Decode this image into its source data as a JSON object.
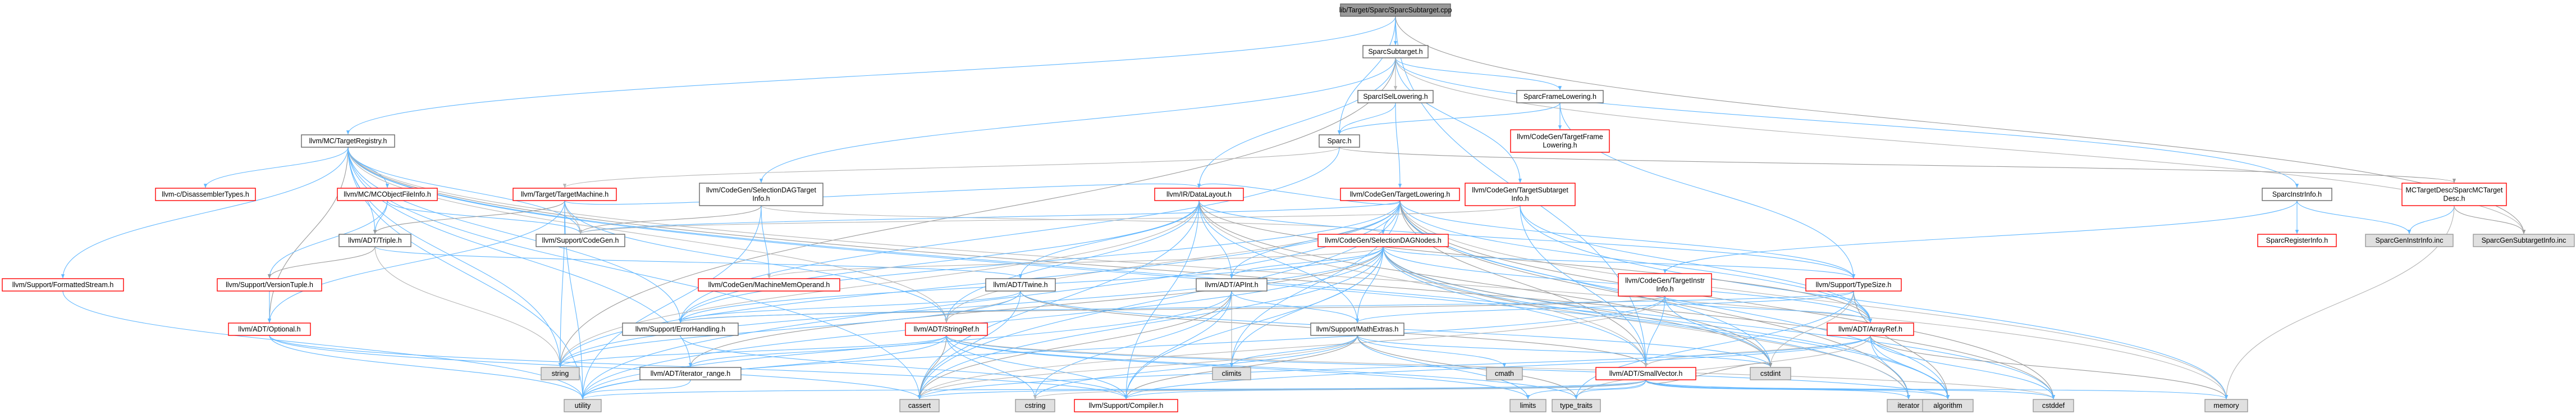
{
  "graph": {
    "kinds": {
      "root": {
        "fill": "#999999",
        "stroke": "#666666",
        "text": "#000000"
      },
      "normal": {
        "fill": "#ffffff",
        "stroke": "#666666",
        "text": "#000000"
      },
      "red": {
        "fill": "#ffffff",
        "stroke": "#ff0000",
        "text": "#000000"
      },
      "system": {
        "fill": "#e0e0e0",
        "stroke": "#999999",
        "text": "#000000"
      }
    },
    "edge_colors": [
      "#63b8ff",
      "#63b8ff",
      "#63b8ff",
      "#63b8ff",
      "#9a9a9a",
      "#b5b5b5",
      "#63b8ff"
    ],
    "nodes": [
      {
        "id": "root",
        "kind": "root",
        "lines": [
          "lib/Target/Sparc/SparcSubtarget.cpp"
        ]
      },
      {
        "id": "subtarget",
        "kind": "normal",
        "lines": [
          "SparcSubtarget.h"
        ]
      },
      {
        "id": "mctreg",
        "kind": "normal",
        "lines": [
          "llvm/MC/TargetRegistry.h"
        ]
      },
      {
        "id": "isel",
        "kind": "normal",
        "lines": [
          "SparcISelLowering.h"
        ]
      },
      {
        "id": "framelow",
        "kind": "normal",
        "lines": [
          "SparcFrameLowering.h"
        ]
      },
      {
        "id": "sparch",
        "kind": "normal",
        "lines": [
          "Sparc.h"
        ]
      },
      {
        "id": "cgtfl",
        "kind": "red",
        "lines": [
          "llvm/CodeGen/TargetFrame",
          "Lowering.h"
        ]
      },
      {
        "id": "instrinfo",
        "kind": "normal",
        "lines": [
          "SparcInstrInfo.h"
        ]
      },
      {
        "id": "mcdesc",
        "kind": "red",
        "lines": [
          "MCTargetDesc/SparcMCTarget",
          "Desc.h"
        ]
      },
      {
        "id": "regi",
        "kind": "red",
        "lines": [
          "SparcRegisterInfo.h"
        ]
      },
      {
        "id": "geninstr",
        "kind": "system",
        "lines": [
          "SparcGenInstrInfo.inc"
        ]
      },
      {
        "id": "gensub",
        "kind": "system",
        "lines": [
          "SparcGenSubtargetInfo.inc"
        ]
      },
      {
        "id": "disasm",
        "kind": "red",
        "lines": [
          "llvm-c/DisassemblerTypes.h"
        ]
      },
      {
        "id": "mcobj",
        "kind": "red",
        "lines": [
          "llvm/MC/MCObjectFileInfo.h"
        ]
      },
      {
        "id": "ttm",
        "kind": "red",
        "lines": [
          "llvm/Target/TargetMachine.h"
        ]
      },
      {
        "id": "seldagti",
        "kind": "normal",
        "lines": [
          "llvm/CodeGen/SelectionDAGTarget",
          "Info.h"
        ]
      },
      {
        "id": "tlowering",
        "kind": "red",
        "lines": [
          "llvm/CodeGen/TargetLowering.h"
        ]
      },
      {
        "id": "tsubinfo",
        "kind": "red",
        "lines": [
          "llvm/CodeGen/TargetSubtarget",
          "Info.h"
        ]
      },
      {
        "id": "fmtstream",
        "kind": "red",
        "lines": [
          "llvm/Support/FormattedStream.h"
        ]
      },
      {
        "id": "triple",
        "kind": "normal",
        "lines": [
          "llvm/ADT/Triple.h"
        ]
      },
      {
        "id": "codegen",
        "kind": "normal",
        "lines": [
          "llvm/Support/CodeGen.h"
        ]
      },
      {
        "id": "datalayout",
        "kind": "red",
        "lines": [
          "llvm/IR/DataLayout.h"
        ]
      },
      {
        "id": "sdnodes",
        "kind": "red",
        "lines": [
          "llvm/CodeGen/SelectionDAGNodes.h"
        ]
      },
      {
        "id": "versiontuple",
        "kind": "red",
        "lines": [
          "llvm/Support/VersionTuple.h"
        ]
      },
      {
        "id": "optional",
        "kind": "red",
        "lines": [
          "llvm/ADT/Optional.h"
        ]
      },
      {
        "id": "memoperand",
        "kind": "red",
        "lines": [
          "llvm/CodeGen/MachineMemOperand.h"
        ]
      },
      {
        "id": "twine",
        "kind": "normal",
        "lines": [
          "llvm/ADT/Twine.h"
        ]
      },
      {
        "id": "apint",
        "kind": "normal",
        "lines": [
          "llvm/ADT/APInt.h"
        ]
      },
      {
        "id": "tinstrinfo",
        "kind": "red",
        "lines": [
          "llvm/CodeGen/TargetInstr",
          "Info.h"
        ]
      },
      {
        "id": "typesize",
        "kind": "red",
        "lines": [
          "llvm/Support/TypeSize.h"
        ]
      },
      {
        "id": "errhandling",
        "kind": "normal",
        "lines": [
          "llvm/Support/ErrorHandling.h"
        ]
      },
      {
        "id": "stringref",
        "kind": "red",
        "lines": [
          "llvm/ADT/StringRef.h"
        ]
      },
      {
        "id": "mathextras",
        "kind": "normal",
        "lines": [
          "llvm/Support/MathExtras.h"
        ]
      },
      {
        "id": "arrayref",
        "kind": "red",
        "lines": [
          "llvm/ADT/ArrayRef.h"
        ]
      },
      {
        "id": "iterrange",
        "kind": "normal",
        "lines": [
          "llvm/ADT/iterator_range.h"
        ]
      },
      {
        "id": "smallvector",
        "kind": "red",
        "lines": [
          "llvm/ADT/SmallVector.h"
        ]
      },
      {
        "id": "string",
        "kind": "system",
        "lines": [
          "string"
        ]
      },
      {
        "id": "climits",
        "kind": "system",
        "lines": [
          "climits"
        ]
      },
      {
        "id": "cmath",
        "kind": "system",
        "lines": [
          "cmath"
        ]
      },
      {
        "id": "cstdint",
        "kind": "system",
        "lines": [
          "cstdint"
        ]
      },
      {
        "id": "compiler",
        "kind": "red",
        "lines": [
          "llvm/Support/Compiler.h"
        ]
      },
      {
        "id": "utility",
        "kind": "system",
        "lines": [
          "utility"
        ]
      },
      {
        "id": "cassert",
        "kind": "system",
        "lines": [
          "cassert"
        ]
      },
      {
        "id": "cstring",
        "kind": "system",
        "lines": [
          "cstring"
        ]
      },
      {
        "id": "limits",
        "kind": "system",
        "lines": [
          "limits"
        ]
      },
      {
        "id": "typetraits",
        "kind": "system",
        "lines": [
          "type_traits"
        ]
      },
      {
        "id": "iterator",
        "kind": "system",
        "lines": [
          "iterator"
        ]
      },
      {
        "id": "algorithm",
        "kind": "system",
        "lines": [
          "algorithm"
        ]
      },
      {
        "id": "cstddef",
        "kind": "system",
        "lines": [
          "cstddef"
        ]
      },
      {
        "id": "memory",
        "kind": "system",
        "lines": [
          "memory"
        ]
      }
    ],
    "edges": [
      [
        "root",
        "subtarget"
      ],
      [
        "root",
        "mctreg"
      ],
      [
        "root",
        "sparch"
      ],
      [
        "root",
        "smallvector"
      ],
      [
        "root",
        "gensub"
      ],
      [
        "subtarget",
        "isel"
      ],
      [
        "subtarget",
        "framelow"
      ],
      [
        "subtarget",
        "instrinfo"
      ],
      [
        "subtarget",
        "seldagti"
      ],
      [
        "subtarget",
        "tsubinfo"
      ],
      [
        "subtarget",
        "datalayout"
      ],
      [
        "subtarget",
        "string"
      ],
      [
        "subtarget",
        "gensub"
      ],
      [
        "isel",
        "sparch"
      ],
      [
        "isel",
        "tlowering"
      ],
      [
        "framelow",
        "cgtfl"
      ],
      [
        "framelow",
        "sparch"
      ],
      [
        "framelow",
        "typesize"
      ],
      [
        "sparch",
        "mcdesc"
      ],
      [
        "sparch",
        "ttm"
      ],
      [
        "sparch",
        "errhandling"
      ],
      [
        "instrinfo",
        "regi"
      ],
      [
        "instrinfo",
        "geninstr"
      ],
      [
        "instrinfo",
        "tinstrinfo"
      ],
      [
        "mcdesc",
        "geninstr"
      ],
      [
        "mcdesc",
        "gensub"
      ],
      [
        "mcdesc",
        "memory"
      ],
      [
        "mctreg",
        "disasm"
      ],
      [
        "mctreg",
        "mcobj"
      ],
      [
        "mctreg",
        "triple"
      ],
      [
        "mctreg",
        "codegen"
      ],
      [
        "mctreg",
        "errhandling"
      ],
      [
        "mctreg",
        "optional"
      ],
      [
        "mctreg",
        "stringref"
      ],
      [
        "mctreg",
        "iterrange"
      ],
      [
        "mctreg",
        "fmtstream"
      ],
      [
        "mctreg",
        "string"
      ],
      [
        "mctreg",
        "cassert"
      ],
      [
        "mctreg",
        "utility"
      ],
      [
        "mctreg",
        "cstddef"
      ],
      [
        "mctreg",
        "memory"
      ],
      [
        "mctreg",
        "iterator"
      ],
      [
        "mctreg",
        "algorithm"
      ],
      [
        "mcobj",
        "triple"
      ],
      [
        "mcobj",
        "versiontuple"
      ],
      [
        "mcobj",
        "codegen"
      ],
      [
        "ttm",
        "triple"
      ],
      [
        "ttm",
        "codegen"
      ],
      [
        "ttm",
        "optional"
      ],
      [
        "ttm",
        "stringref"
      ],
      [
        "ttm",
        "datalayout"
      ],
      [
        "ttm",
        "string"
      ],
      [
        "ttm",
        "utility"
      ],
      [
        "seldagti",
        "codegen"
      ],
      [
        "seldagti",
        "sdnodes"
      ],
      [
        "seldagti",
        "memoperand"
      ],
      [
        "seldagti",
        "utility"
      ],
      [
        "tlowering",
        "datalayout"
      ],
      [
        "tlowering",
        "sdnodes"
      ],
      [
        "tlowering",
        "errhandling"
      ],
      [
        "tlowering",
        "smallvector"
      ],
      [
        "tlowering",
        "stringref"
      ],
      [
        "tlowering",
        "arrayref"
      ],
      [
        "tlowering",
        "apint"
      ],
      [
        "tlowering",
        "typesize"
      ],
      [
        "tlowering",
        "climits"
      ],
      [
        "tlowering",
        "cstdint"
      ],
      [
        "tlowering",
        "iterator"
      ],
      [
        "tlowering",
        "memory"
      ],
      [
        "tlowering",
        "string"
      ],
      [
        "tlowering",
        "utility"
      ],
      [
        "tlowering",
        "algorithm"
      ],
      [
        "tlowering",
        "cassert"
      ],
      [
        "tlowering",
        "codegen"
      ],
      [
        "tlowering",
        "cstddef"
      ],
      [
        "tsubinfo",
        "codegen"
      ],
      [
        "tsubinfo",
        "smallvector"
      ],
      [
        "tsubinfo",
        "arrayref"
      ],
      [
        "tsubinfo",
        "memory"
      ],
      [
        "fmtstream",
        "utility"
      ],
      [
        "triple",
        "twine"
      ],
      [
        "triple",
        "versiontuple"
      ],
      [
        "triple",
        "string"
      ],
      [
        "versiontuple",
        "optional"
      ],
      [
        "optional",
        "compiler"
      ],
      [
        "optional",
        "cassert"
      ],
      [
        "optional",
        "utility"
      ],
      [
        "datalayout",
        "apint"
      ],
      [
        "datalayout",
        "arrayref"
      ],
      [
        "datalayout",
        "smallvector"
      ],
      [
        "datalayout",
        "stringref"
      ],
      [
        "datalayout",
        "errhandling"
      ],
      [
        "datalayout",
        "mathextras"
      ],
      [
        "datalayout",
        "typesize"
      ],
      [
        "datalayout",
        "cassert"
      ],
      [
        "datalayout",
        "cstdint"
      ],
      [
        "datalayout",
        "string"
      ],
      [
        "datalayout",
        "twine"
      ],
      [
        "datalayout",
        "compiler"
      ],
      [
        "sdnodes",
        "apint"
      ],
      [
        "sdnodes",
        "arrayref"
      ],
      [
        "sdnodes",
        "smallvector"
      ],
      [
        "sdnodes",
        "iterrange"
      ],
      [
        "sdnodes",
        "memoperand"
      ],
      [
        "sdnodes",
        "errhandling"
      ],
      [
        "sdnodes",
        "mathextras"
      ],
      [
        "sdnodes",
        "typesize"
      ],
      [
        "sdnodes",
        "climits"
      ],
      [
        "sdnodes",
        "cstddef"
      ],
      [
        "sdnodes",
        "cstdint"
      ],
      [
        "sdnodes",
        "iterator"
      ],
      [
        "sdnodes",
        "string"
      ],
      [
        "sdnodes",
        "utility"
      ],
      [
        "sdnodes",
        "algorithm"
      ],
      [
        "sdnodes",
        "cassert"
      ],
      [
        "sdnodes",
        "compiler"
      ],
      [
        "twine",
        "smallvector"
      ],
      [
        "twine",
        "stringref"
      ],
      [
        "twine",
        "errhandling"
      ],
      [
        "twine",
        "cassert"
      ],
      [
        "twine",
        "cstdint"
      ],
      [
        "twine",
        "string"
      ],
      [
        "apint",
        "mathextras"
      ],
      [
        "apint",
        "cassert"
      ],
      [
        "apint",
        "climits"
      ],
      [
        "apint",
        "cstring"
      ],
      [
        "apint",
        "utility"
      ],
      [
        "apint",
        "compiler"
      ],
      [
        "tinstrinfo",
        "arrayref"
      ],
      [
        "tinstrinfo",
        "smallvector"
      ],
      [
        "tinstrinfo",
        "errhandling"
      ],
      [
        "tinstrinfo",
        "cassert"
      ],
      [
        "tinstrinfo",
        "cstdint"
      ],
      [
        "tinstrinfo",
        "utility"
      ],
      [
        "typesize",
        "mathextras"
      ],
      [
        "typesize",
        "errhandling"
      ],
      [
        "typesize",
        "arrayref"
      ],
      [
        "typesize",
        "algorithm"
      ],
      [
        "typesize",
        "cstdint"
      ],
      [
        "typesize",
        "typetraits"
      ],
      [
        "errhandling",
        "compiler"
      ],
      [
        "stringref",
        "iterrange"
      ],
      [
        "stringref",
        "compiler"
      ],
      [
        "stringref",
        "algorithm"
      ],
      [
        "stringref",
        "cassert"
      ],
      [
        "stringref",
        "cstddef"
      ],
      [
        "stringref",
        "cstring"
      ],
      [
        "stringref",
        "limits"
      ],
      [
        "stringref",
        "string"
      ],
      [
        "stringref",
        "typetraits"
      ],
      [
        "stringref",
        "utility"
      ],
      [
        "mathextras",
        "compiler"
      ],
      [
        "mathextras",
        "cassert"
      ],
      [
        "mathextras",
        "climits"
      ],
      [
        "mathextras",
        "cmath"
      ],
      [
        "mathextras",
        "cstdint"
      ],
      [
        "mathextras",
        "cstring"
      ],
      [
        "mathextras",
        "limits"
      ],
      [
        "mathextras",
        "typetraits"
      ],
      [
        "arrayref",
        "smallvector"
      ],
      [
        "arrayref",
        "compiler"
      ],
      [
        "arrayref",
        "algorithm"
      ],
      [
        "arrayref",
        "cassert"
      ],
      [
        "arrayref",
        "cstddef"
      ],
      [
        "arrayref",
        "iterator"
      ],
      [
        "arrayref",
        "memory"
      ],
      [
        "arrayref",
        "typetraits"
      ],
      [
        "iterrange",
        "utility"
      ],
      [
        "smallvector",
        "compiler"
      ],
      [
        "smallvector",
        "algorithm"
      ],
      [
        "smallvector",
        "cassert"
      ],
      [
        "smallvector",
        "cstddef"
      ],
      [
        "smallvector",
        "cstdint"
      ],
      [
        "smallvector",
        "cstring"
      ],
      [
        "smallvector",
        "iterator"
      ],
      [
        "smallvector",
        "limits"
      ],
      [
        "smallvector",
        "memory"
      ],
      [
        "smallvector",
        "typetraits"
      ],
      [
        "smallvector",
        "utility"
      ]
    ]
  }
}
